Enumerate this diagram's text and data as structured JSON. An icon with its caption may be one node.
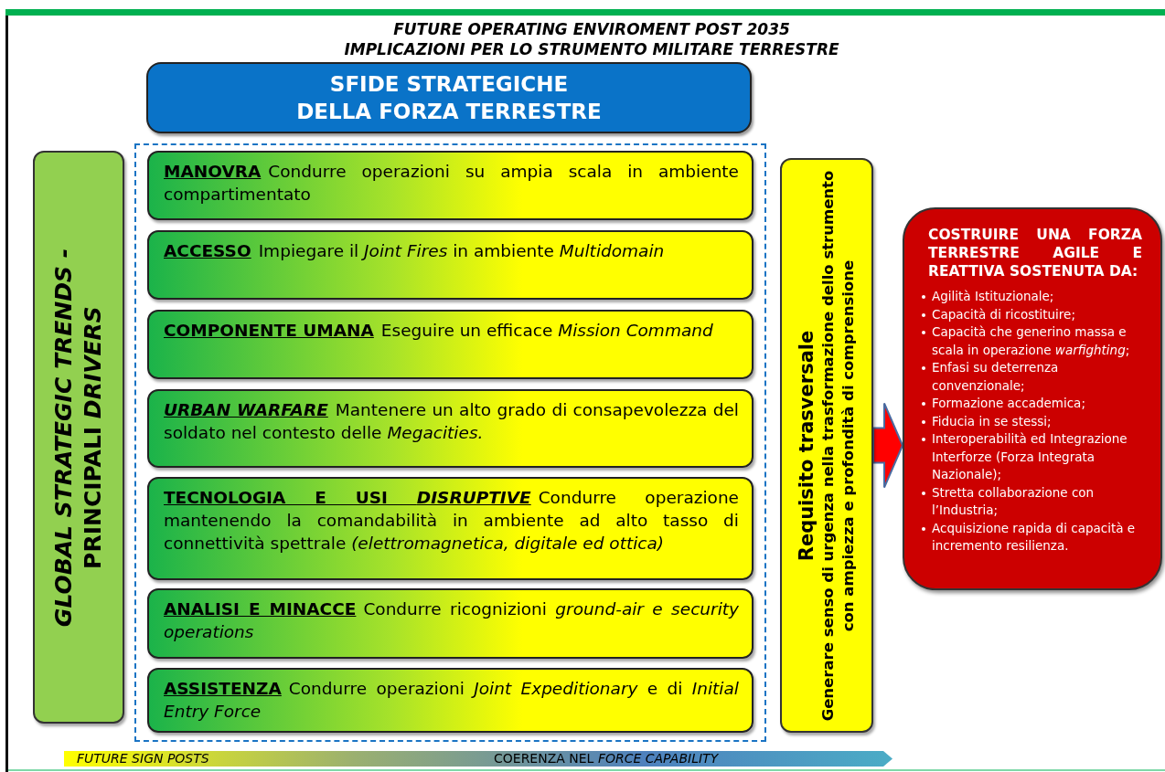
{
  "diagram": {
    "title": "FUTURE OPERATING ENVIROMENT POST 2035",
    "nodes": [
      {
        "text": [
          "SFIDE STRATEGICHE DELLA FORZA TERRESTRE"
        ]
      },
      {
        "text": [
          "*GLOBAL STRATEGIC TRENDS -* PRINCIPALI *DRIVERS*"
        ]
      },
      {
        "text": [],
        "shape": "box"
      },
      {
        "text": [
          "MANOVRA",
          "Condurre operazioni su ampia scala in ambiente compartimentato"
        ],
        "in": 2
      },
      {
        "text": [
          "ACCESSO",
          "Impiegare il *Joint Fires* in ambiente *Multidomain*"
        ],
        "in": 2
      },
      {
        "text": [
          "COMPONENTE UMANA",
          "Eseguire un efficace *Mission Command*"
        ],
        "in": 2
      },
      {
        "text": [
          "*URBAN WARFARE*",
          "Mantenere un alto grado di consapevolezza del soldato nel contesto delle *Megacities.*"
        ],
        "in": 2
      },
      {
        "text": [
          "TECNOLOGIA E USI *DISRUPTIVE*",
          "Condurre operazione mantenendo la comandabilità in ambiente ad alto tasso di connettività spettrale *(elettromagnetica, digitale ed ottica)*"
        ],
        "in": 2
      },
      {
        "text": [
          "ANALISI E MINACCE",
          "Condurre ricognizioni *ground-air e security operations*"
        ],
        "in": 2
      },
      {
        "text": [
          "ASSISTENZA",
          "Condurre operazioni *Joint Expeditionary* e di *Initial Entry Force*"
        ],
        "in": 2
      },
      {
        "text": [
          "Requisito trasversale",
          "Generare senso di urgenza nella trasformazione dello strumento con ampiezza e profondità di comprensione"
        ]
      },
      {
        "text": [
          "COSTRUIRE UNA FORZA TERRESTRE AGILE E REATTIVA SOSTENUTA DA:",
          "Agilità Istituzionale;",
          "Capacità di ricostituire;",
          "Capacità che generino massa e scala in operazione *warfighting*;",
          "Enfasi su deterrenza convenzionale;",
          "Formazione accademica;",
          "Fiducia in se stessi;",
          "Interoperabilità ed Integrazione Interforze (Forza Integrata Nazionale);",
          "Stretta collaborazione con l’Industria;",
          "Acquisizione rapida di capacità e incremento resilienza."
        ]
      }
    ],
    "edges": [
      {
        "from": 10,
        "to": 11,
        "arrow": "to",
        "style": "thick"
      }
    ],
    "labels": [
      "IMPLICAZIONI PER LO STRUMENTO MILITARE TERRESTRE",
      "FUTURE SIGN POSTS",
      "COERENZA NEL *FORCE CAPABILITY*"
    ]
  }
}
